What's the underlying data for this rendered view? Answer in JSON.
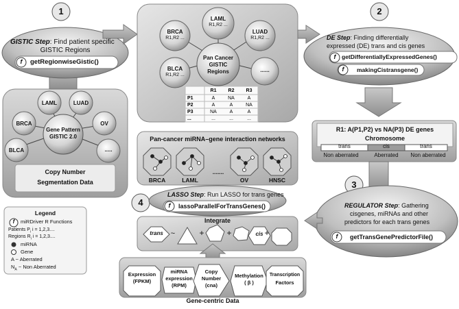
{
  "steps": {
    "n1": "1",
    "n2": "2",
    "n3": "3",
    "n4": "4",
    "gistic_title": "GISTIC Step",
    "gistic_desc": ": Find patient specific",
    "gistic_desc2": "GISTIC Regions",
    "gistic_func": "getRegionwiseGistic()",
    "de_title": "DE Step",
    "de_desc": ": Finding differentially",
    "de_desc2": "expressed (DE) trans and cis genes",
    "de_func1": "getDifferentiallyExpressedGenes()",
    "de_func2": "makingCistransgene()",
    "reg_title": "REGULATOR Step",
    "reg_desc": ": Gathering",
    "reg_desc2": "cisgenes, miRNAs and other",
    "reg_desc3": "predictors for each trans genes",
    "reg_func": "getTransGenePredictorFile()",
    "lasso_title": "LASSO Step",
    "lasso_desc": ": Run LASSO for trans genes",
    "lasso_func": "lassoParallelForTransGenes()",
    "f_icon": "f"
  },
  "copy_number": {
    "center": "Gene Pattern",
    "center2": "GISTIC 2.0",
    "nodes": [
      "LAML",
      "LUAD",
      "BRCA",
      "OV",
      "BLCA",
      "....."
    ],
    "caption1": "Copy Number",
    "caption2": "Segmentation Data"
  },
  "pan_cancer": {
    "center": "Pan Cancer",
    "center2": "GISTIC",
    "center3": "Regions",
    "nodes": [
      {
        "name": "LAML",
        "sub": "R1,R2 ..."
      },
      {
        "name": "BRCA",
        "sub": "R1,R2 ..."
      },
      {
        "name": "LUAD",
        "sub": "R1,R2 ..."
      },
      {
        "name": "BLCA",
        "sub": "R1,R2 ..."
      },
      {
        "name": "......",
        "sub": ""
      }
    ],
    "table": {
      "headers": [
        "",
        "R1",
        "R2",
        "R3"
      ],
      "rows": [
        [
          "P1",
          "A",
          "NA",
          "A"
        ],
        [
          "P2",
          "A",
          "A",
          "NA"
        ],
        [
          "P3",
          "NA",
          "A",
          "A"
        ],
        [
          "...",
          "...",
          "...",
          "..."
        ]
      ]
    }
  },
  "de_result": {
    "title": "R1: A(P1,P2) vs NA(P3) DE genes",
    "chrom": "Chromosome",
    "segments": [
      "trans",
      "cis",
      "trans"
    ],
    "labels": [
      "Non aberrated",
      "Aberrated",
      "Non aberrated"
    ]
  },
  "networks": {
    "title": "Pan-cancer miRNA–gene interaction networks",
    "items": [
      "BRCA",
      "LAML",
      ".......",
      "OV",
      "HNSC"
    ]
  },
  "integrate": {
    "title": "Integrate",
    "trans": "trans",
    "cis": "cis",
    "tilde": "~",
    "plus": "+"
  },
  "gene_centric": {
    "title": "Gene-centric Data",
    "items": [
      {
        "l1": "Expression",
        "l2": "(FPKM)",
        "l3": ""
      },
      {
        "l1": "miRNA",
        "l2": "expression",
        "l3": "(RPM)"
      },
      {
        "l1": "Copy",
        "l2": "Number",
        "l3": "(cna)"
      },
      {
        "l1": "Methylation",
        "l2": "( β )",
        "l3": ""
      },
      {
        "l1": "Transcription",
        "l2": "Factors",
        "l3": ""
      }
    ]
  },
  "legend": {
    "title": "Legend",
    "f_label": "miRDriver R Functions",
    "patients": "Patients  P",
    "patients_sub": "i",
    "patients_rest": "  i = 1,2,3....",
    "regions": "Regions  R",
    "regions_sub": "i",
    "regions_rest": "  i = 1,2,3....",
    "mirna": "miRNA",
    "gene": "Gene",
    "aberrated": "A    ~ Aberrated",
    "non_aberrated": "N",
    "non_aberrated_sub": "A",
    "non_aberrated_rest": " ~ Non Aberrated"
  }
}
